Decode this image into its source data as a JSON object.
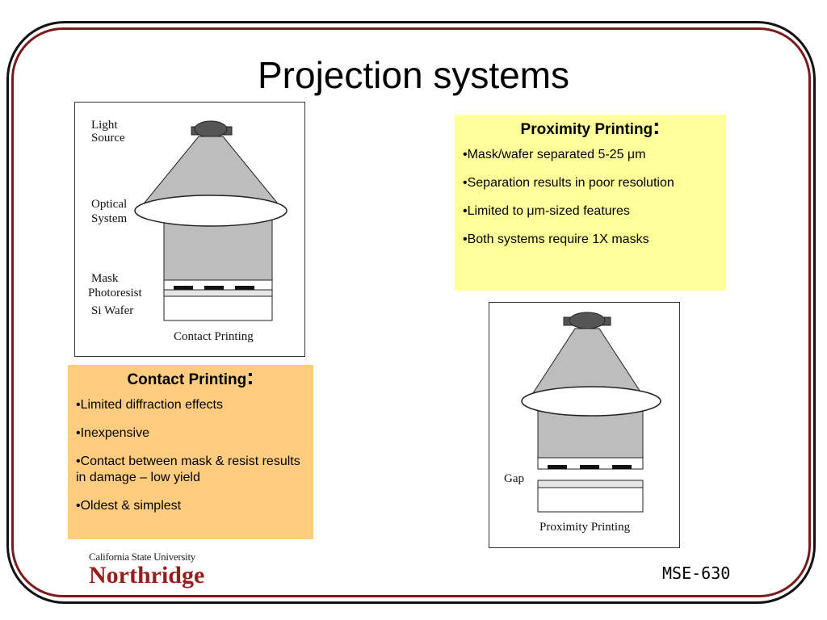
{
  "slide": {
    "title": "Projection systems",
    "course_code": "MSE-630"
  },
  "proximity_box": {
    "heading": "Proximity Printing",
    "colon": ":",
    "bullets": [
      "•Mask/wafer separated 5-25 μm",
      "•Separation results in poor resolution",
      "•Limited to μm-sized features",
      "•Both systems require 1X masks"
    ]
  },
  "contact_box": {
    "heading": "Contact Printing",
    "colon": ":",
    "bullets": [
      "•Limited diffraction effects",
      "•Inexpensive",
      "•Contact between mask & resist results in damage – low yield",
      "•Oldest & simplest"
    ]
  },
  "contact_figure": {
    "labels": {
      "light_source_1": "Light",
      "light_source_2": "Source",
      "optical_1": "Optical",
      "optical_2": "System",
      "mask": "Mask",
      "photoresist": "Photoresist",
      "wafer": "Si Wafer",
      "caption": "Contact Printing"
    }
  },
  "proximity_figure": {
    "labels": {
      "gap": "Gap",
      "caption": "Proximity Printing"
    }
  },
  "logo": {
    "line1": "California State University",
    "line2": "Northridge"
  },
  "colors": {
    "frame_outer": "#111111",
    "frame_inner": "#7a1a1a",
    "proximity_box_bg": "#ffff99",
    "contact_box_bg": "#ffcc80",
    "logo_red": "#9b1c1c"
  }
}
